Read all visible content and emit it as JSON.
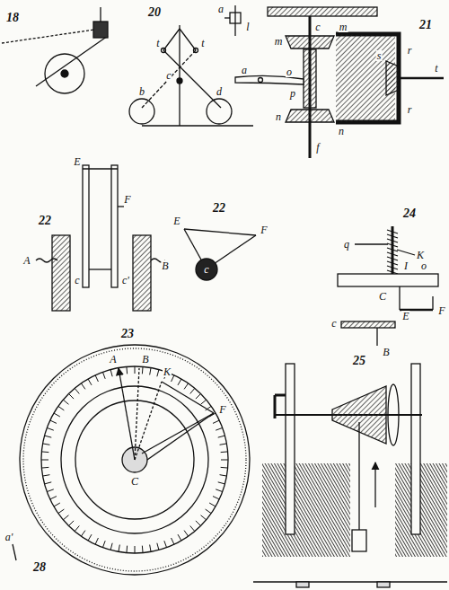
{
  "diagram": {
    "labels": [
      "18",
      "20",
      "a",
      "l",
      "t",
      "t",
      "c",
      "b",
      "d",
      "21",
      "c",
      "m",
      "m",
      "r",
      "a",
      "o",
      "s",
      "t",
      "p",
      "r",
      "n",
      "n",
      "f",
      "22",
      "E",
      "F",
      "A",
      "c",
      "c'",
      "B",
      "22",
      "E",
      "F",
      "c",
      "24",
      "q",
      "K",
      "o",
      "I",
      "C",
      "E",
      "F",
      "c",
      "B",
      "23",
      "A",
      "B",
      "K",
      "F",
      "C",
      "25",
      "a'",
      "28"
    ]
  }
}
